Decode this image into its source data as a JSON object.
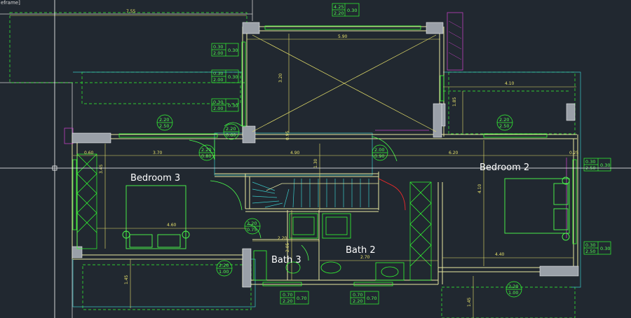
{
  "viewport": {
    "label": "eframe]"
  },
  "colors": {
    "background": "#212830",
    "wall": "#e9e9a0",
    "window": "#33ff33",
    "dimension": "#e6e06a",
    "hatch": "#3ac8c8",
    "door": "#ff2a2a",
    "column": "#9aa0a8",
    "furniture": "#4cff4c",
    "crosshair": "#ffffff"
  },
  "rooms": [
    {
      "id": "bedroom-3",
      "label": "Bedroom 3"
    },
    {
      "id": "bedroom-2",
      "label": "Bedroom 2"
    },
    {
      "id": "bath-2",
      "label": "Bath 2"
    },
    {
      "id": "bath-3",
      "label": "Bath 3"
    }
  ],
  "dimensions": [
    "7.55",
    "5.90",
    "3.20",
    "4.10",
    "1.85",
    "0.95",
    "0.60",
    "3.70",
    "4.90",
    "6.20",
    "0.25",
    "3.45",
    "1.30",
    "4.60",
    "2.20",
    "2.05",
    "2.70",
    "4.40",
    "1.45",
    "4.10",
    "1.45"
  ],
  "window_tags": [
    {
      "top": "4.25",
      "bottom": "2.20",
      "side": "0.30"
    },
    {
      "top": "0.30",
      "bottom": "2.00",
      "side": "0.30"
    },
    {
      "top": "0.30",
      "bottom": "2.00",
      "side": "0.30"
    },
    {
      "top": "0.30",
      "bottom": "2.00",
      "side": "0.30"
    },
    {
      "top": "2.20",
      "bottom": "2.50",
      "side": ""
    },
    {
      "top": "2.20",
      "bottom": "2.50",
      "side": ""
    },
    {
      "top": "2.20",
      "bottom": "0.60",
      "side": ""
    },
    {
      "top": "2.20",
      "bottom": "0.80",
      "side": ""
    },
    {
      "top": "2.00",
      "bottom": "0.90",
      "side": ""
    },
    {
      "top": "0.30",
      "bottom": "2.50",
      "side": "0.30"
    },
    {
      "top": "2.20",
      "bottom": "0.75",
      "side": ""
    },
    {
      "top": "2.20",
      "bottom": "1.00",
      "side": ""
    },
    {
      "top": "0.30",
      "bottom": "2.50",
      "side": "0.30"
    },
    {
      "top": "2.20",
      "bottom": "1.00",
      "side": ""
    },
    {
      "top": "0.70",
      "bottom": "2.20",
      "side": "0.70"
    },
    {
      "top": "0.70",
      "bottom": "2.20",
      "side": "0.70"
    }
  ]
}
